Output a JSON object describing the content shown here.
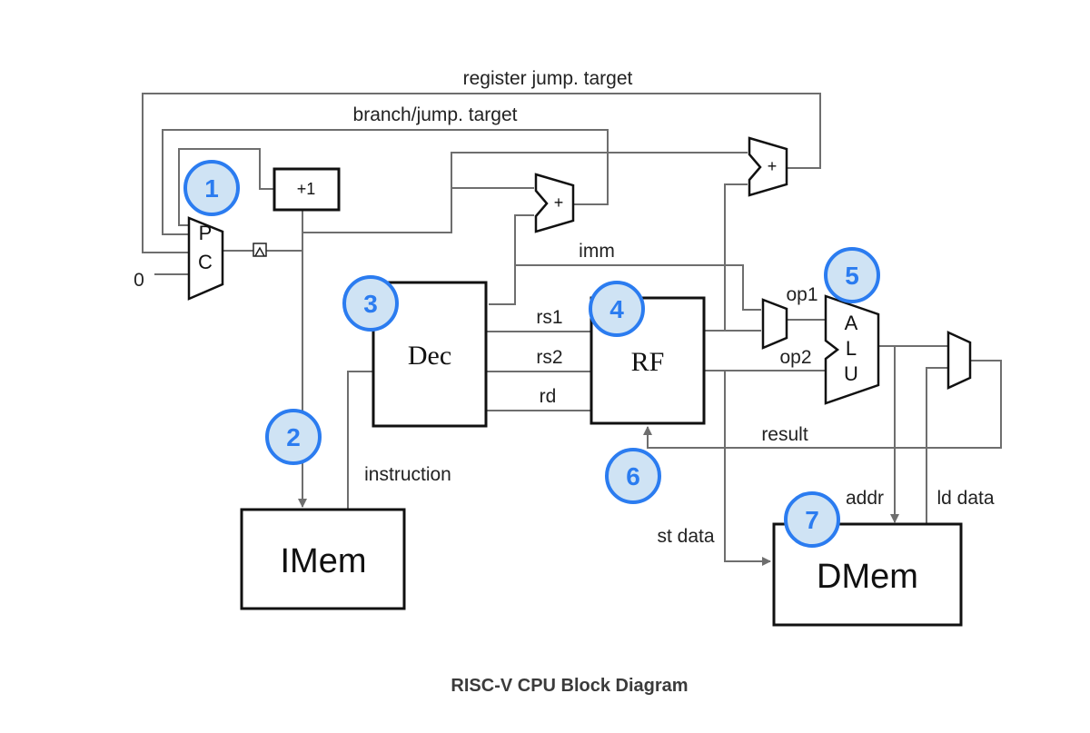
{
  "caption": "RISC-V CPU Block Diagram",
  "blocks": {
    "pc": [
      "P",
      "C"
    ],
    "increment": "+1",
    "adder": "+",
    "dec": "Dec",
    "rf": "RF",
    "alu": [
      "A",
      "L",
      "U"
    ],
    "imem": "IMem",
    "dmem": "DMem"
  },
  "labels": {
    "register_jump_target": "register jump. target",
    "branch_jump_target": "branch/jump. target",
    "zero": "0",
    "imm": "imm",
    "rs1": "rs1",
    "rs2": "rs2",
    "rd": "rd",
    "op1": "op1",
    "op2": "op2",
    "result": "result",
    "instruction": "instruction",
    "st_data": "st data",
    "addr": "addr",
    "ld_data": "ld data"
  },
  "badges": [
    "1",
    "2",
    "3",
    "4",
    "5",
    "6",
    "7"
  ],
  "colors": {
    "badge_fill": "#cfe3f4",
    "badge_stroke": "#2b7cf0",
    "wire": "#6e6e6e"
  }
}
